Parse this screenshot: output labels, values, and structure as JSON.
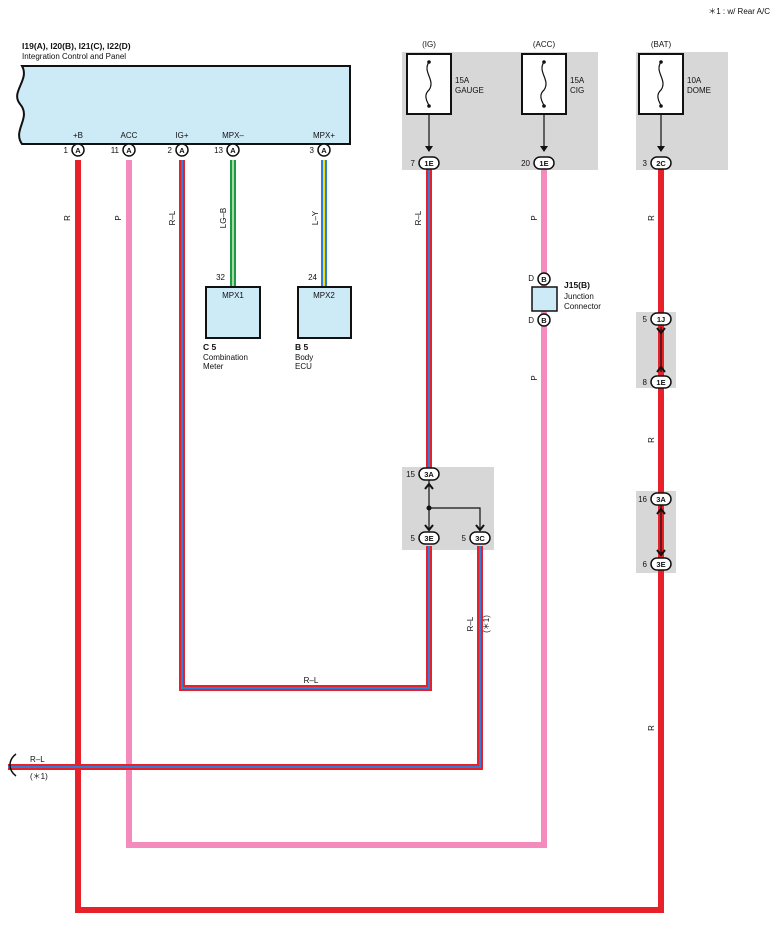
{
  "note": "＊1 : w/ Rear A/C",
  "colors": {
    "red": "#e8202a",
    "pink": "#f48bbd",
    "blue": "#2f7fd9",
    "green": "#1e9a46",
    "lightgreen": "#a8d9a0",
    "yellow": "#f1dd14",
    "box_fill": "#cdeaf7",
    "shade": "#d7d7d7"
  },
  "panel": {
    "title": "I19(A), I20(B), I21(C), I22(D)",
    "subtitle": "Integration Control and Panel",
    "pins": [
      {
        "name": "+B",
        "num": "1",
        "letter": "A"
      },
      {
        "name": "ACC",
        "num": "11",
        "letter": "A"
      },
      {
        "name": "IG+",
        "num": "2",
        "letter": "A"
      },
      {
        "name": "MPX–",
        "num": "13",
        "letter": "A"
      },
      {
        "name": "MPX+",
        "num": "3",
        "letter": "A"
      }
    ]
  },
  "fuses": [
    {
      "header": "(IG)",
      "rating": "15A",
      "name": "GAUGE",
      "pin_num": "7",
      "pin_label": "1E"
    },
    {
      "header": "(ACC)",
      "rating": "15A",
      "name": "CIG",
      "pin_num": "20",
      "pin_label": "1E"
    },
    {
      "header": "(BAT)",
      "rating": "10A",
      "name": "DOME",
      "pin_num": "3",
      "pin_label": "2C"
    }
  ],
  "components": {
    "meter": {
      "box_label": "MPX1",
      "pin": "32",
      "code": "C 5",
      "name1": "Combination",
      "name2": "Meter"
    },
    "ecu": {
      "box_label": "MPX2",
      "pin": "24",
      "code": "B 5",
      "name1": "Body",
      "name2": "ECU"
    },
    "junction": {
      "code": "J15(B)",
      "name1": "Junction",
      "name2": "Connector",
      "pin_top": "D",
      "pin_bottom": "D",
      "letter": "B"
    }
  },
  "wire_labels": {
    "r": "R",
    "p": "P",
    "rl": "R–L",
    "lgb": "LG–B",
    "ly": "L–Y",
    "opt": "(＊1)"
  },
  "splice_ig": {
    "top": {
      "num": "15",
      "label": "3A"
    },
    "left": {
      "num": "5",
      "label": "3E"
    },
    "right": {
      "num": "5",
      "label": "3C"
    }
  },
  "splice_bat1": {
    "top": {
      "num": "5",
      "label": "1J"
    },
    "bottom": {
      "num": "8",
      "label": "1E"
    }
  },
  "splice_bat2": {
    "top": {
      "num": "16",
      "label": "3A"
    },
    "bottom": {
      "num": "6",
      "label": "3E"
    }
  }
}
